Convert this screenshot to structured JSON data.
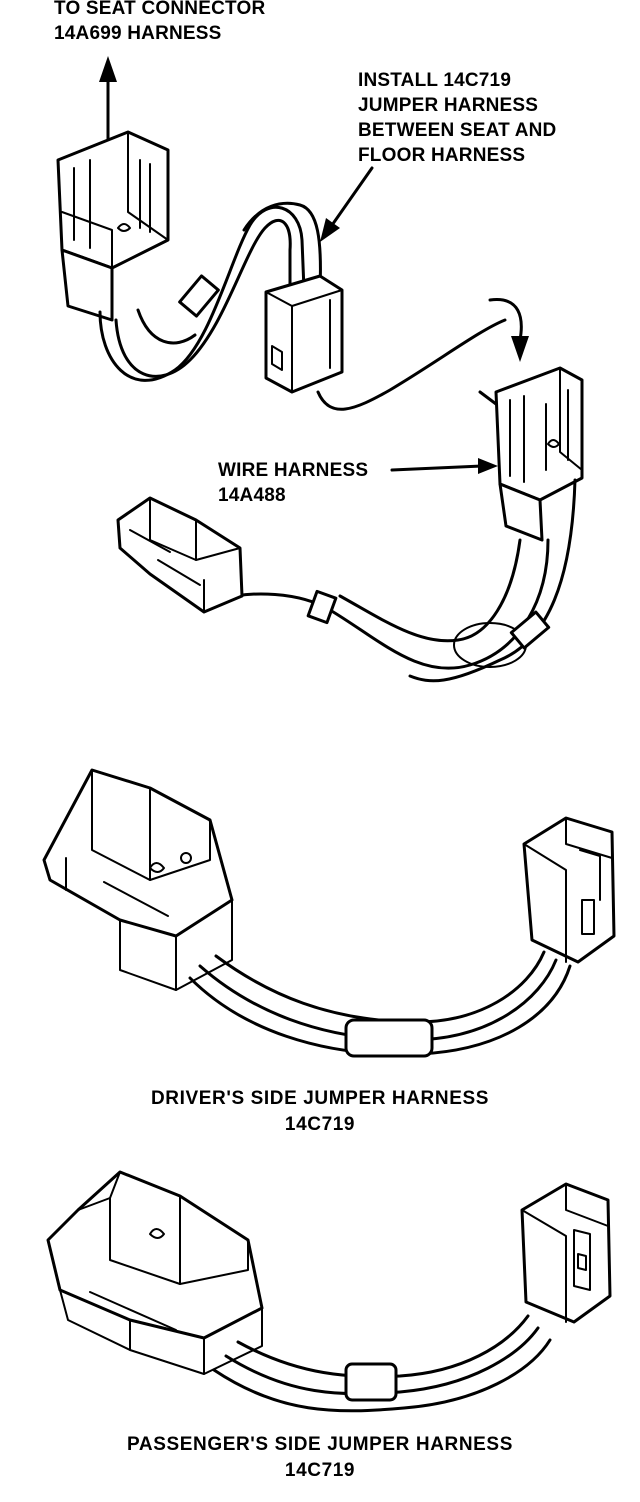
{
  "labels": {
    "seat_connector": [
      "TO SEAT CONNECTOR",
      "14A699 HARNESS"
    ],
    "install_jumper": [
      "INSTALL 14C719",
      "JUMPER HARNESS",
      "BETWEEN SEAT AND",
      "FLOOR HARNESS"
    ],
    "wire_harness": [
      "WIRE HARNESS",
      "14A488"
    ]
  },
  "captions": {
    "driver": [
      "DRIVER'S SIDE JUMPER HARNESS",
      "14C719"
    ],
    "passenger": [
      "PASSENGER'S SIDE JUMPER HARNESS",
      "14C719"
    ]
  }
}
